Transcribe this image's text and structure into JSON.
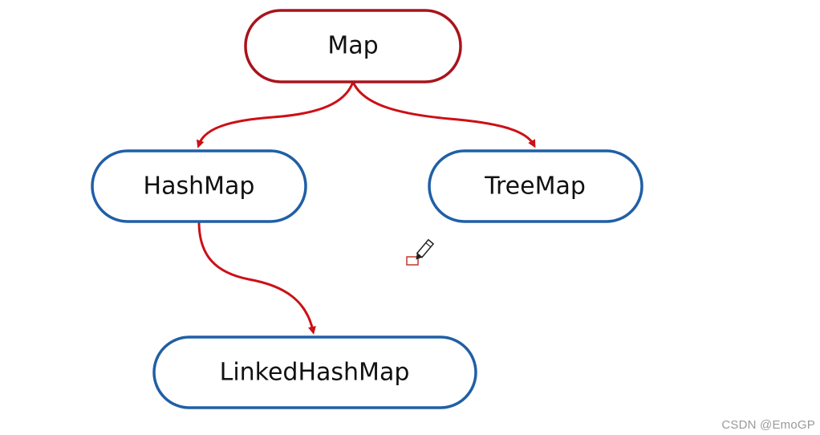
{
  "nodes": {
    "map": {
      "label": "Map"
    },
    "hashmap": {
      "label": "HashMap"
    },
    "treemap": {
      "label": "TreeMap"
    },
    "linkedhashmap": {
      "label": "LinkedHashMap"
    }
  },
  "colors": {
    "root_border": "#a8141c",
    "child_border": "#1f5fa6",
    "arrow": "#cc1016",
    "cursor_mark": "#c0392b"
  },
  "icons": {
    "cursor": "pencil-icon"
  },
  "watermark": "CSDN @EmoGP"
}
